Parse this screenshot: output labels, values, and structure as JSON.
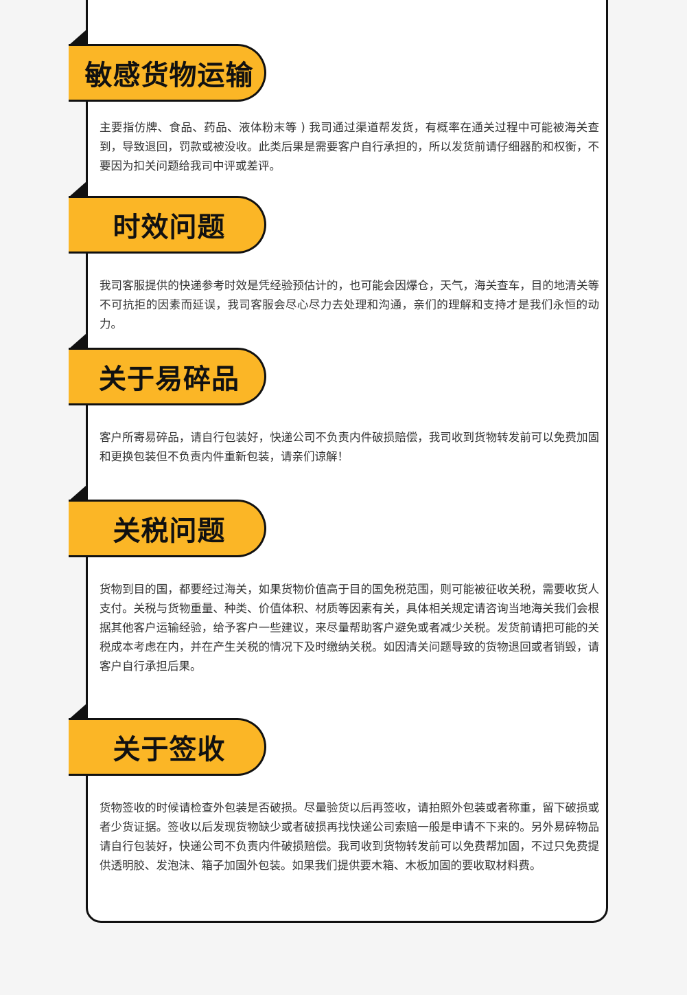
{
  "sections": [
    {
      "title": "敏感货物运输",
      "body": "主要指仿牌、食品、药品、液体粉末等 ) 我司通过渠道帮发货，有概率在通关过程中可能被海关查到，导致退回，罚款或被没收。此类后果是需要客户自行承担的，所以发货前请仔细器酌和权衡，不要因为扣关问题给我司中评或差评。"
    },
    {
      "title": "时效问题",
      "body": "我司客服提供的快递参考时效是凭经验预估计的，也可能会因爆仓，天气，海关查车，目的地清关等不可抗拒的因素而延误，我司客服会尽心尽力去处理和沟通，亲们的理解和支持才是我们永恒的动力。"
    },
    {
      "title": "关于易碎品",
      "body": "客户所寄易碎品，请自行包装好，快递公司不负责内件破损赔偿，我司收到货物转发前可以免费加固和更换包装但不负责内件重新包装，请亲们谅解！"
    },
    {
      "title": "关税问题",
      "body": "货物到目的国，都要经过海关，如果货物价值高于目的国免税范围，则可能被征收关税，需要收货人支付。关税与货物重量、种类、价值体积、材质等因素有关，具体相关规定请咨询当地海关我们会根据其他客户运输经验，给予客户一些建议，来尽量帮助客户避免或者减少关税。发货前请把可能的关税成本考虑在内，并在产生关税的情况下及时缴纳关税。如因清关问题导致的货物退回或者销毁，请客户自行承担后果。"
    },
    {
      "title": "关于签收",
      "body": "货物签收的时候请检查外包装是否破损。尽量验货以后再签收，请拍照外包装或者称重，留下破损或者少货证据。签收以后发现货物缺少或者破损再找快递公司索赔一般是申请不下来的。另外易碎物品请自行包装好，快递公司不负责内件破损赔偿。我司收到货物转发前可以免费帮加固，不过只免费提供透明胶、发泡沫、箱子加固外包装。如果我们提供要木箱、木板加固的要收取材料费。"
    }
  ],
  "colors": {
    "accent": "#fbb626",
    "ink": "#111111",
    "text": "#333333",
    "background": "#f5f5f5"
  }
}
